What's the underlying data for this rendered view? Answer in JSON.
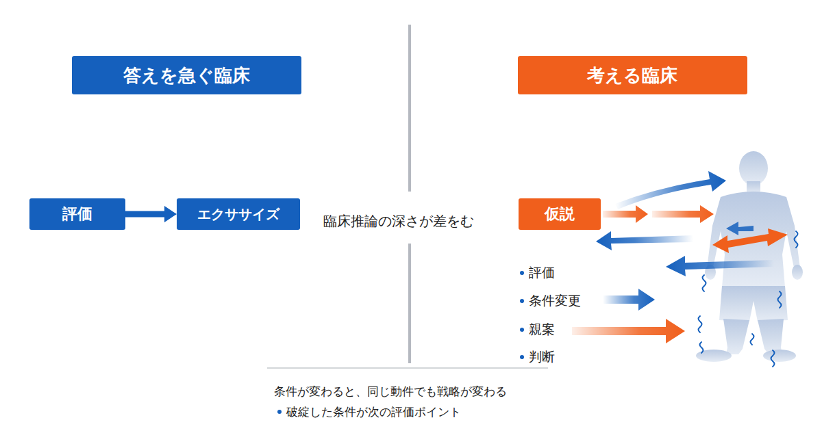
{
  "diagram": {
    "nodes": [
      {
        "text": [
          "答えを急ぐ臨床"
        ]
      },
      {
        "text": [
          "考える臨床"
        ]
      },
      {
        "text": [
          "評価"
        ]
      },
      {
        "text": [
          "エクササイズ"
        ]
      },
      {
        "text": [
          "仮説"
        ]
      }
    ],
    "edges": [
      {
        "from": 2,
        "to": 3,
        "arrow": "to"
      }
    ],
    "labels": [
      "臨床推論の深さが差をむ",
      "評価",
      "条件変更",
      "親案",
      "判断",
      "条件が変わると、同じ動件でも戦略が変わる",
      "破綻した条件が次の評価ポイント"
    ]
  }
}
